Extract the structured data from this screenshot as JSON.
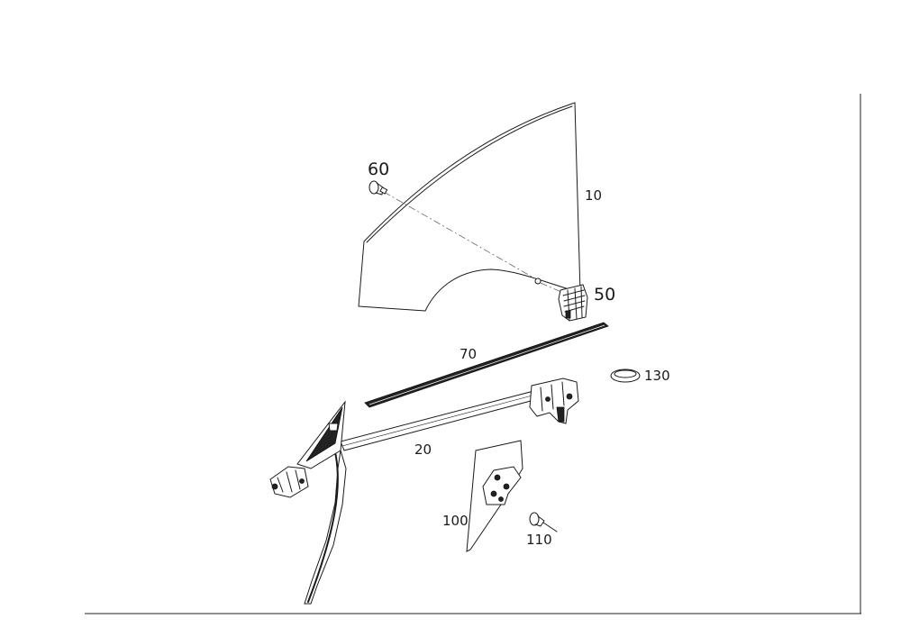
{
  "callouts": {
    "p10": "10",
    "p20": "20",
    "p50": "50",
    "p60": "60",
    "p70": "70",
    "p100": "100",
    "p110": "110",
    "p130": "130"
  },
  "parts": [
    {
      "id": "10",
      "name": "door-window-glass"
    },
    {
      "id": "20",
      "name": "window-regulator"
    },
    {
      "id": "50",
      "name": "glass-guide-clip"
    },
    {
      "id": "60",
      "name": "bolt"
    },
    {
      "id": "70",
      "name": "window-weatherstrip"
    },
    {
      "id": "100",
      "name": "carrier-plate"
    },
    {
      "id": "110",
      "name": "rivet"
    },
    {
      "id": "130",
      "name": "grommet"
    }
  ]
}
